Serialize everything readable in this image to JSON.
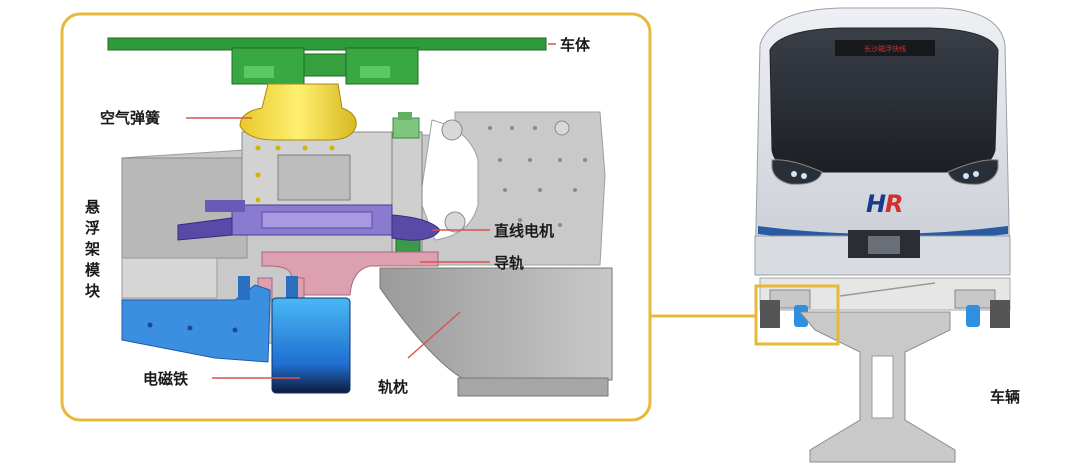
{
  "labels": {
    "car_body": "车体",
    "air_spring": "空气弹簧",
    "module": [
      "悬",
      "浮",
      "架",
      "模",
      "块"
    ],
    "linear_motor": "直线电机",
    "guide_rail": "导轨",
    "electromagnet": "电磁铁",
    "sleeper": "轨枕",
    "vehicle": "车辆"
  },
  "train": {
    "sign_text": "长沙磁浮快线",
    "logo": "HR"
  },
  "colors": {
    "frame": "#e8b83a",
    "car_body": "#2e9a3a",
    "air_spring": "#f2da3a",
    "motor": "#6a5ab8",
    "guide_rail": "#dca0b0",
    "electromagnet": "#2f8fe0",
    "leader": "#d9534f",
    "logo_blue": "#1b3a8c",
    "logo_red": "#d32f2f"
  }
}
